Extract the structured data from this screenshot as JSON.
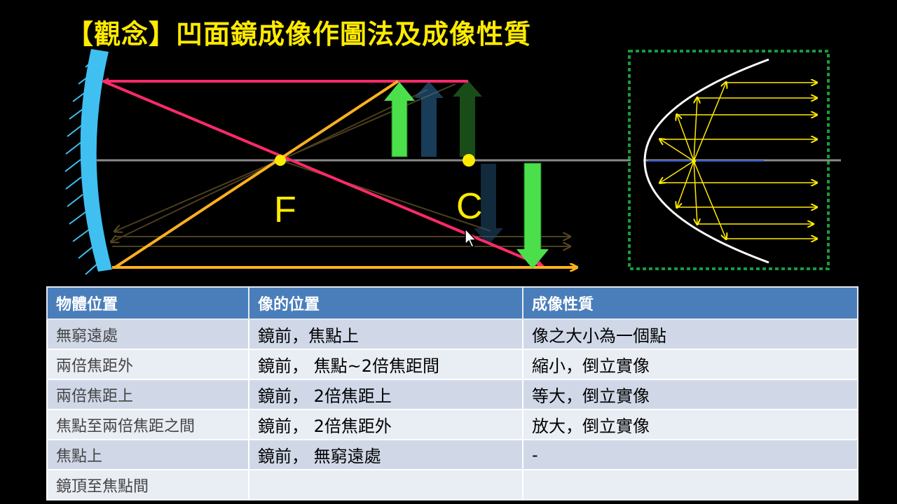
{
  "title": "【觀念】凹面鏡成像作圖法及成像性質",
  "diagram": {
    "focus_label": "F",
    "center_label": "C"
  },
  "table": {
    "headers": [
      "物體位置",
      "像的位置",
      "成像性質"
    ],
    "rows": [
      [
        "無窮遠處",
        "鏡前，焦點上",
        "像之大小為一個點"
      ],
      [
        "兩倍焦距外",
        "鏡前， 焦點~2倍焦距間",
        "縮小，倒立實像"
      ],
      [
        "兩倍焦距上",
        "鏡前， 2倍焦距上",
        "等大，倒立實像"
      ],
      [
        "焦點至兩倍焦距之間",
        "鏡前， 2倍焦距外",
        "放大，倒立實像"
      ],
      [
        "焦點上",
        "鏡前， 無窮遠處",
        " -"
      ],
      [
        "鏡頂至焦點間",
        "",
        ""
      ]
    ]
  },
  "colors": {
    "title": "#ffeb00",
    "mirror": "#3fc0f0",
    "ray_red": "#ff2a6a",
    "ray_orange": "#ffb020",
    "object_green": "#4be04b",
    "header_blue": "#4a7ebb",
    "inset_border": "#1a9a3a"
  }
}
